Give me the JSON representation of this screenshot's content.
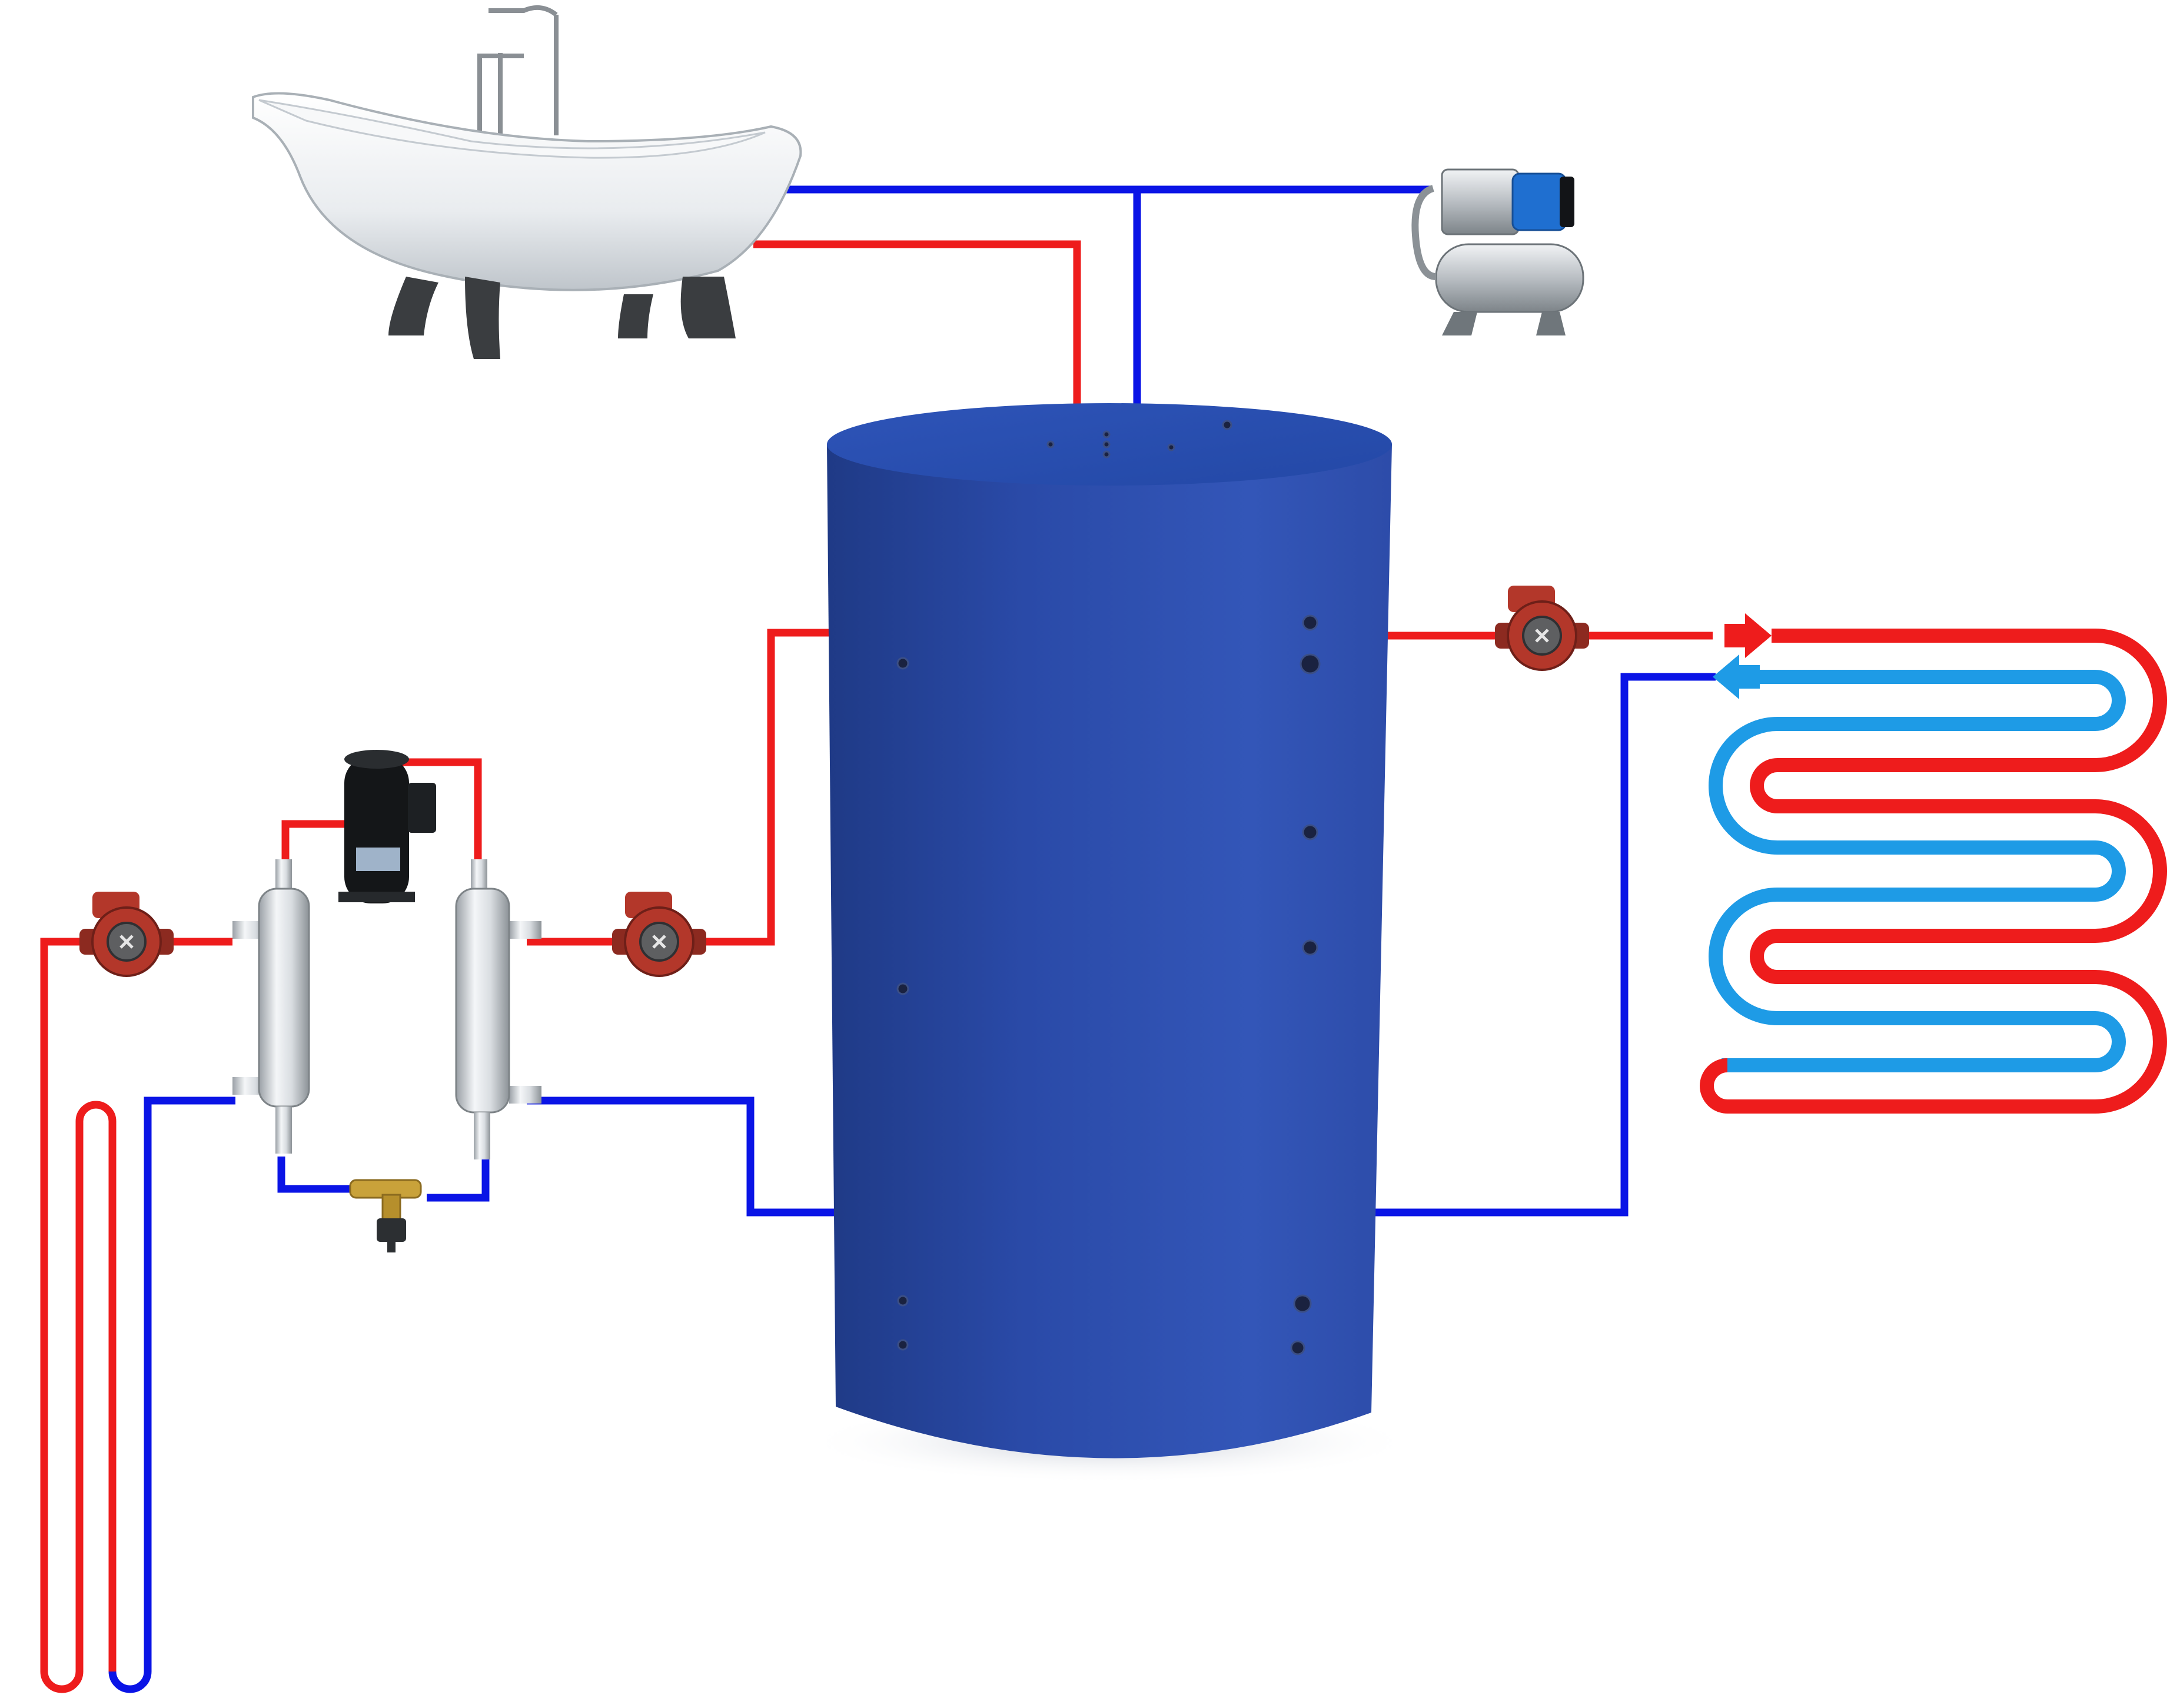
{
  "colors": {
    "hot": "#ee1c1c",
    "cold": "#0a14e6",
    "floor_cold": "#1e9be6",
    "tank": "#2f4fb0",
    "pump_body": "#b3372a"
  },
  "icons": {
    "bathtub": "bathtub-icon",
    "water_pump": "water-pressure-pump-icon",
    "tank": "storage-tank-icon",
    "compressor": "compressor-icon",
    "heat_exchanger": "heat-exchanger-icon",
    "circulation_pump": "circulation-pump-icon",
    "expansion_valve": "expansion-valve-icon",
    "floor_heating": "floor-heating-loop-icon",
    "ground_loop": "ground-loop-icon"
  },
  "pumps": [
    {
      "id": "pump-ground"
    },
    {
      "id": "pump-tank"
    },
    {
      "id": "pump-floor"
    }
  ]
}
